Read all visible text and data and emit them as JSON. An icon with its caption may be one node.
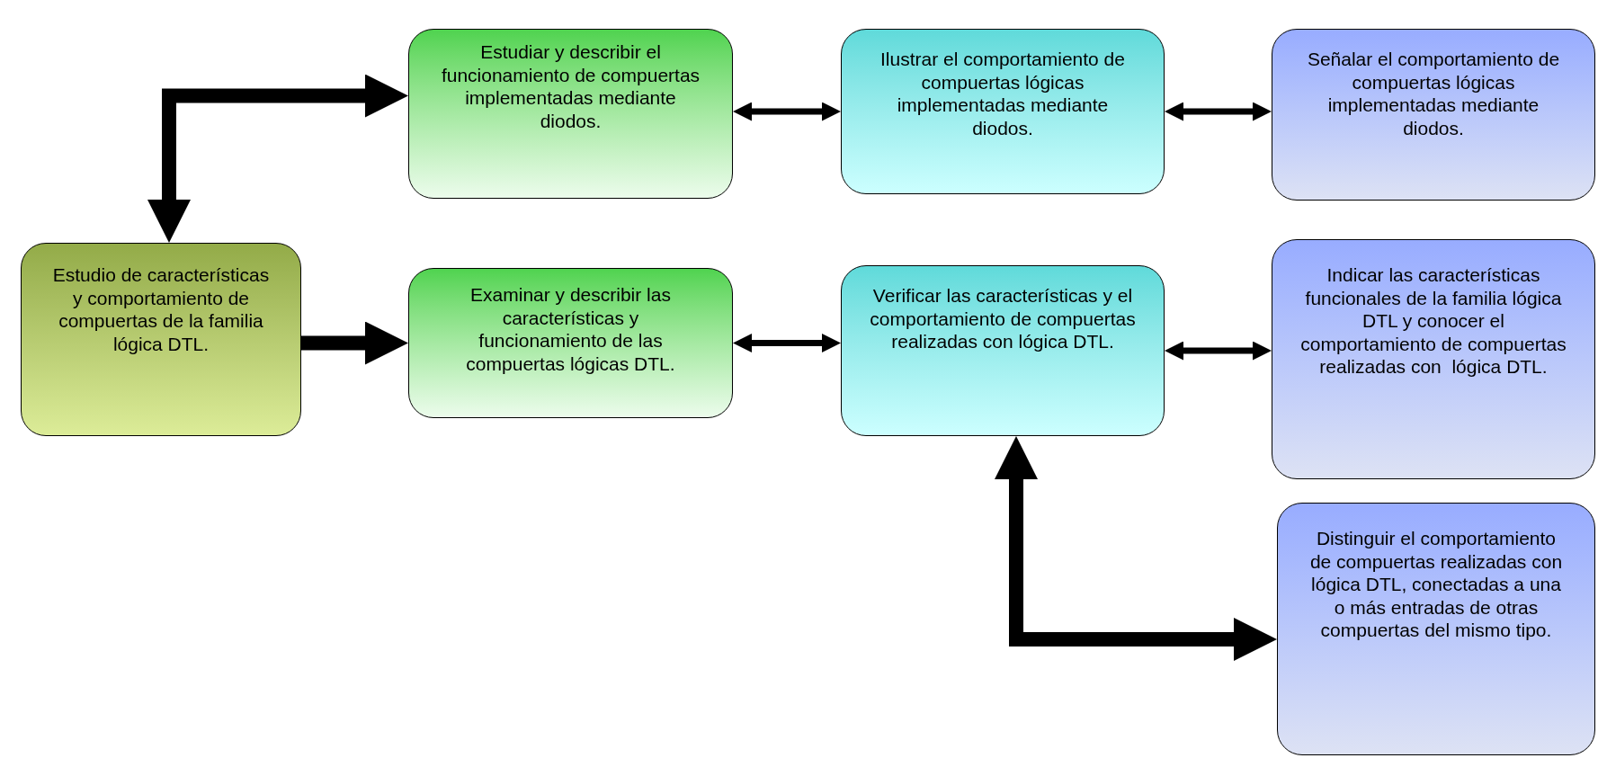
{
  "diagram": {
    "nodes": [
      {
        "text": [
          "Estudio de características y comportamiento de compuertas de la familia lógica DTL."
        ]
      },
      {
        "text": [
          "Estudiar y describir el funcionamiento de compuertas implementadas mediante diodos."
        ]
      },
      {
        "text": [
          "Ilustrar el comportamiento de compuertas lógicas implementadas mediante diodos."
        ]
      },
      {
        "text": [
          "Señalar el comportamiento de compuertas lógicas implementadas mediante diodos."
        ]
      },
      {
        "text": [
          "Examinar y describir las características y funcionamiento de las compuertas lógicas DTL."
        ]
      },
      {
        "text": [
          "Verificar las características y el comportamiento de compuertas realizadas con lógica DTL."
        ]
      },
      {
        "text": [
          "Indicar las características funcionales de la familia lógica DTL y conocer el comportamiento de compuertas realizadas con  lógica DTL."
        ]
      },
      {
        "text": [
          "Distinguir el comportamiento de compuertas realizadas con lógica DTL, conectadas a una o más entradas de otras compuertas del mismo tipo."
        ]
      }
    ],
    "edges": [
      {
        "from": 0,
        "to": 1,
        "arrow": "both",
        "style": "thick"
      },
      {
        "from": 0,
        "to": 4,
        "arrow": "to",
        "style": "thick"
      },
      {
        "from": 1,
        "to": 2,
        "arrow": "both"
      },
      {
        "from": 2,
        "to": 3,
        "arrow": "both"
      },
      {
        "from": 4,
        "to": 5,
        "arrow": "both"
      },
      {
        "from": 5,
        "to": 6,
        "arrow": "both"
      },
      {
        "from": 5,
        "to": 7,
        "arrow": "both",
        "style": "thick"
      }
    ]
  }
}
